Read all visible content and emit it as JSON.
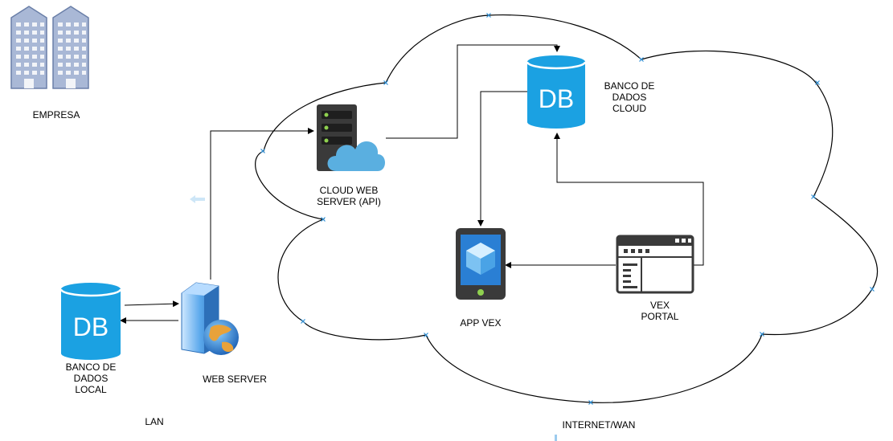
{
  "labels": {
    "empresa": "EMPRESA",
    "banco_local": [
      "BANCO DE",
      "DADOS",
      "LOCAL"
    ],
    "web_server": "WEB SERVER",
    "lan": "LAN",
    "cloud_web_server": [
      "CLOUD WEB",
      "SERVER (API)"
    ],
    "banco_cloud": [
      "BANCO DE",
      "DADOS",
      "CLOUD"
    ],
    "app_vex": "APP VEX",
    "vex_portal": [
      "VEX",
      "PORTAL"
    ],
    "internet_wan": "INTERNET/WAN",
    "db_text": "DB"
  },
  "colors": {
    "db_blue": "#1ba1e2",
    "server_dark": "#3a3a3a",
    "building": "#a9b8d6",
    "building_stroke": "#6a7fa8",
    "cloud_blue": "#5aafe0",
    "handle_blue": "#2e8fd6"
  },
  "icons": {
    "empresa": "building-icon",
    "banco_local": "database-icon",
    "web_server": "web-server-globe-icon",
    "cloud_web_server": "cloud-server-icon",
    "banco_cloud": "database-icon",
    "app_vex": "mobile-app-icon",
    "vex_portal": "web-portal-icon"
  }
}
